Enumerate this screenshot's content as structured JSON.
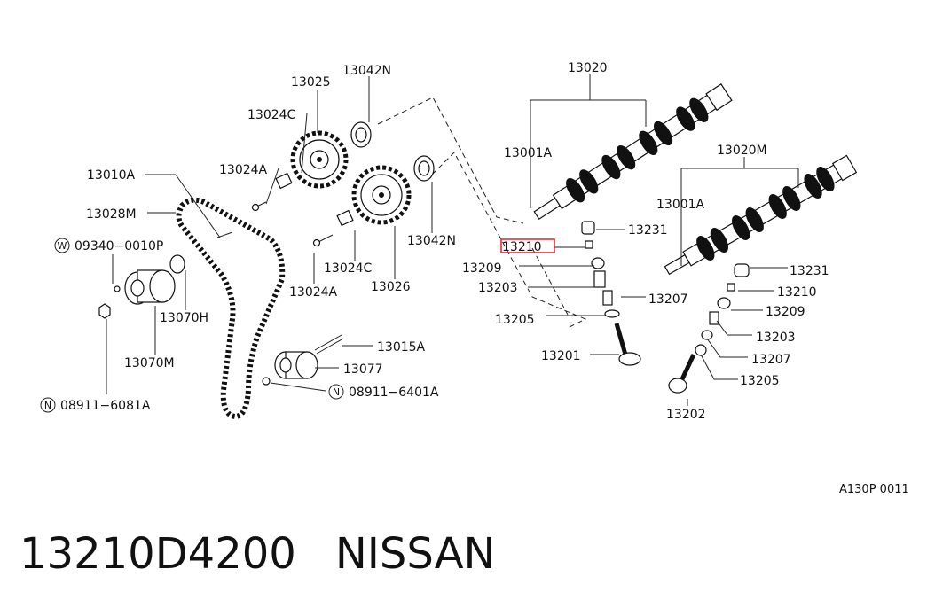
{
  "labels": {
    "p13020": "13020",
    "p13001A_left": "13001A",
    "p13020M": "13020M",
    "p13001A_right": "13001A",
    "p13231_left": "13231",
    "p13210_left": "13210",
    "p13209_left": "13209",
    "p13203_left": "13203",
    "p13207_left": "13207",
    "p13205_left": "13205",
    "p13201": "13201",
    "p13231_right": "13231",
    "p13210_right": "13210",
    "p13209_right": "13209",
    "p13203_right": "13203",
    "p13207_right": "13207",
    "p13205_right": "13205",
    "p13202": "13202",
    "p13025": "13025",
    "p13042N_top": "13042N",
    "p13024C_top": "13024C",
    "p13024A_top": "13024A",
    "p13010A": "13010A",
    "p13028M": "13028M",
    "p09340": "09340−0010P",
    "p13042N_mid": "13042N",
    "p13024C_mid": "13024C",
    "p13024A_mid": "13024A",
    "p13026": "13026",
    "p13070H": "13070H",
    "p13070M": "13070M",
    "p13015A": "13015A",
    "p13077": "13077",
    "p08911_6401A": "08911−6401A",
    "p08911_6081A": "08911−6081A"
  },
  "symbols": {
    "washer": "W",
    "nut_a": "N",
    "nut_b": "N"
  },
  "highlight": {
    "part": "13210",
    "color": "#e0202a"
  },
  "figure_code": "A130P 0011",
  "title": {
    "part_number": "13210D4200",
    "brand": "NISSAN"
  }
}
